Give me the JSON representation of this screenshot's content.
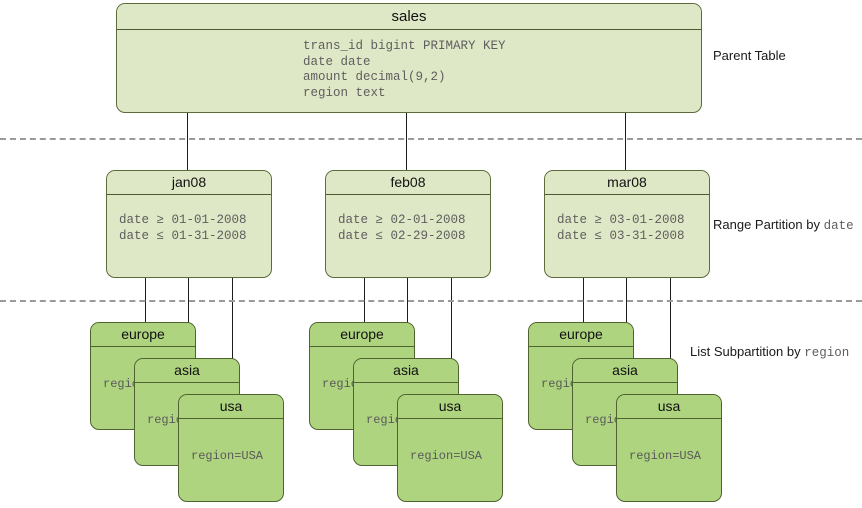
{
  "parent": {
    "title": "sales",
    "columns": "trans_id bigint PRIMARY KEY\ndate date\namount decimal(9,2)\nregion text"
  },
  "partitions": [
    {
      "title": "jan08",
      "conditions": "date ≥ 01-01-2008\ndate ≤ 01-31-2008",
      "subpartitions": [
        {
          "title": "europe",
          "condition": "region=EUROPE"
        },
        {
          "title": "asia",
          "condition": "region=ASIA"
        },
        {
          "title": "usa",
          "condition": "region=USA"
        }
      ]
    },
    {
      "title": "feb08",
      "conditions": "date ≥ 02-01-2008\ndate ≤ 02-29-2008",
      "subpartitions": [
        {
          "title": "europe",
          "condition": "region=EUROPE"
        },
        {
          "title": "asia",
          "condition": "region=ASIA"
        },
        {
          "title": "usa",
          "condition": "region=USA"
        }
      ]
    },
    {
      "title": "mar08",
      "conditions": "date ≥ 03-01-2008\ndate ≤ 03-31-2008",
      "subpartitions": [
        {
          "title": "europe",
          "condition": "region=EUROPE"
        },
        {
          "title": "asia",
          "condition": "region=ASIA"
        },
        {
          "title": "usa",
          "condition": "region=USA"
        }
      ]
    }
  ],
  "annotations": {
    "parent": "Parent Table",
    "range_prefix": "Range Partition by ",
    "range_key": "date",
    "list_prefix": "List Subpartition by ",
    "list_key": "region"
  },
  "colors": {
    "parent_fill": "#dfe8c6",
    "parent_border": "#5b6b3a",
    "sub_fill": "#aed47f",
    "sub_border": "#4f6330",
    "divider_dash": "#9a9a9a",
    "connector": "#1c1c1c",
    "mono_text": "#5e5e5e"
  }
}
